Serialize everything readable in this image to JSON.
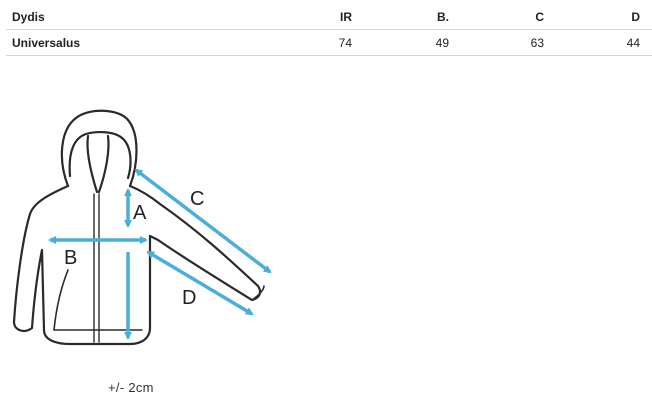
{
  "table": {
    "headers": [
      "Dydis",
      "IR",
      "B.",
      "C",
      "D"
    ],
    "rows": [
      {
        "size": "Universalus",
        "values": [
          "74",
          "49",
          "63",
          "44"
        ]
      }
    ]
  },
  "diagram": {
    "labels": {
      "a": "A",
      "b": "B",
      "c": "C",
      "d": "D"
    },
    "arrow_color": "#4aaed9",
    "garment": "hoodie"
  },
  "tolerance": "+/- 2cm"
}
